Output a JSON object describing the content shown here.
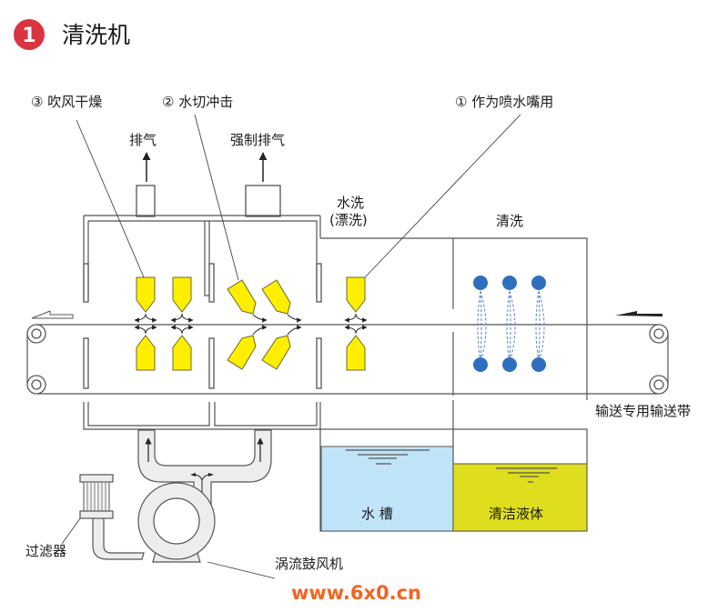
{
  "header": {
    "step_number": "1",
    "title": "清洗机",
    "badge_color": "#d9343f"
  },
  "callouts": {
    "blow_dry": "③ 吹风干燥",
    "water_cut": "② 水切冲击",
    "nozzle_use": "① 作为喷水嘴用"
  },
  "exhaust": {
    "exhaust_label": "排气",
    "forced_exhaust_label": "强制排气"
  },
  "sections": {
    "rinse_line1": "水洗",
    "rinse_line2": "(漂洗)",
    "wash": "清洗"
  },
  "conveyor": {
    "label": "输送专用输送带"
  },
  "tanks": {
    "water_tank": {
      "label": "水 槽",
      "color": "#bfe3f7"
    },
    "cleaning_liquid": {
      "label": "清洁液体",
      "color": "#dede1e"
    }
  },
  "equipment": {
    "filter": "过滤器",
    "blower": "涡流鼓风机"
  },
  "colors": {
    "nozzle": "#ffee00",
    "spray_dot": "#2f6fbf"
  },
  "watermark": "www.6x0.cn"
}
